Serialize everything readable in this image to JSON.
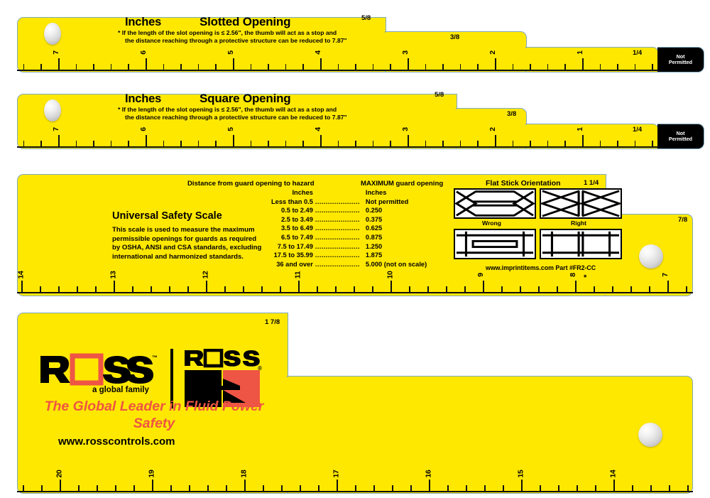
{
  "document": {
    "title": "ROSS Universal Safety Scale - Flat Stick Guard Opening Gauge",
    "background_color": "#FFFFFF",
    "scale_color": "#FFE800",
    "outline_color": "#7FA8C0",
    "accent_red": "#EE5544",
    "black": "#000000"
  },
  "scales": [
    {
      "id": "slotted-opening",
      "heading_units": "Inches",
      "heading_kind": "Slotted Opening",
      "footnote_line1": "* If the length of the slot opening is ≤ 2.56\", the thumb will act as a stop and",
      "footnote_line2": "the distance reaching through a protective structure can be reduced to 7.87\"",
      "step_labels": [
        "5/8",
        "3/8",
        "1/4"
      ],
      "end_block": {
        "line1": "Not",
        "line2": "Permitted"
      },
      "tick_numbers": [
        "7",
        "6",
        "5",
        "4",
        "3",
        "2",
        "1"
      ],
      "scale_from": 7,
      "scale_to": 1,
      "direction": "descending-left-to-right"
    },
    {
      "id": "square-opening",
      "heading_units": "Inches",
      "heading_kind": "Square Opening",
      "footnote_line1": "* If the length of the slot opening is ≤ 2.56\", the thumb will act as a stop and",
      "footnote_line2": "the distance reaching through a protective structure can be reduced to 7.87\"",
      "step_labels": [
        "5/8",
        "3/8",
        "1/4"
      ],
      "end_block": {
        "line1": "Not",
        "line2": "Permitted"
      },
      "tick_numbers": [
        "7",
        "6",
        "5",
        "4",
        "3",
        "2",
        "1"
      ],
      "scale_from": 7,
      "scale_to": 1,
      "direction": "descending-left-to-right"
    },
    {
      "id": "universal-safety-scale",
      "title": "Universal Safety Scale",
      "body_line1": "This scale is used to measure the maximum",
      "body_line2": "permissible openings for guards as required",
      "body_line3": "by OSHA, ANSI and CSA standards, excluding",
      "body_line4": "international and harmonized standards.",
      "table": {
        "col1_header": "Distance from guard opening to hazard",
        "col2_header": "MAXIMUM guard opening",
        "col1_units": "Inches",
        "col2_units": "Inches",
        "rows": [
          {
            "distance": "Less than 0.5",
            "opening": "Not permitted"
          },
          {
            "distance": "0.5 to 2.49",
            "opening": "0.250"
          },
          {
            "distance": "2.5 to 3.49",
            "opening": "0.375"
          },
          {
            "distance": "3.5 to 6.49",
            "opening": "0.625"
          },
          {
            "distance": "6.5 to 7.49",
            "opening": "0.875"
          },
          {
            "distance": "7.5 to 17.49",
            "opening": "1.250"
          },
          {
            "distance": "17.5 to 35.99",
            "opening": "1.875"
          },
          {
            "distance": "36 and over",
            "opening": "5.000 (not on scale)"
          }
        ]
      },
      "flat_stick": {
        "title": "Flat Stick Orientation",
        "wrong_label": "Wrong",
        "right_label": "Right"
      },
      "imprint": "www.imprintitems.com Part #FR2-CC",
      "step_labels": [
        "1 1/4",
        "7/8"
      ],
      "tick_numbers": [
        "14",
        "13",
        "12",
        "11",
        "10",
        "9",
        "8",
        "7"
      ],
      "tick_marker_star": "*",
      "scale_from": 14,
      "scale_to": 7,
      "direction": "descending-left-to-right"
    },
    {
      "id": "ross-branding",
      "step_labels": [
        "1 7/8"
      ],
      "logo_primary_text": "ROSS",
      "logo_primary_tm": "™",
      "logo_primary_sub": "a global family",
      "logo_secondary_text": "ROSS",
      "logo_secondary_reg": "®",
      "tagline_line1": "The Global Leader in Fluid Power",
      "tagline_line2": "Safety",
      "website": "www.rosscontrols.com",
      "tick_numbers": [
        "20",
        "19",
        "18",
        "17",
        "16",
        "15",
        "14"
      ],
      "scale_from": 20,
      "scale_to": 14,
      "direction": "descending-left-to-right"
    }
  ]
}
